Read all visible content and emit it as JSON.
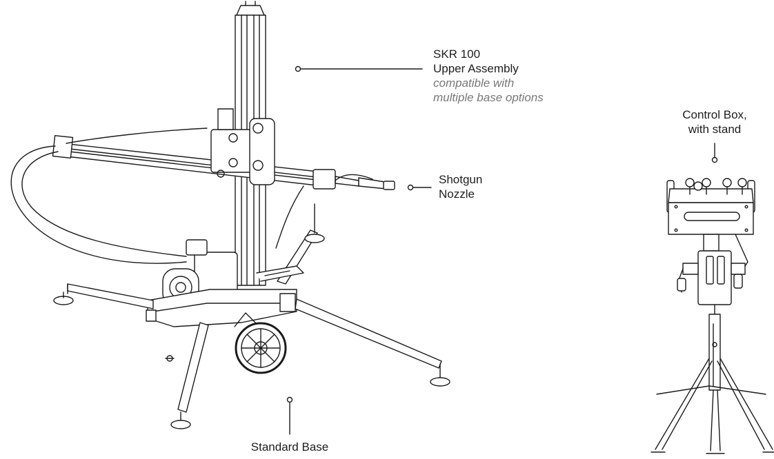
{
  "labels": {
    "upper": {
      "line1": "SKR 100",
      "line2": "Upper Assembly",
      "line3": "compatible with",
      "line4": "multiple base options"
    },
    "nozzle": {
      "line1": "Shotgun",
      "line2": "Nozzle"
    },
    "base": "Standard Base",
    "control": {
      "line1": "Control Box,",
      "line2": "with stand"
    }
  },
  "colors": {
    "line": "#1a1a1a",
    "text": "#1d1d1d",
    "note": "#777777",
    "background": "#ffffff"
  }
}
